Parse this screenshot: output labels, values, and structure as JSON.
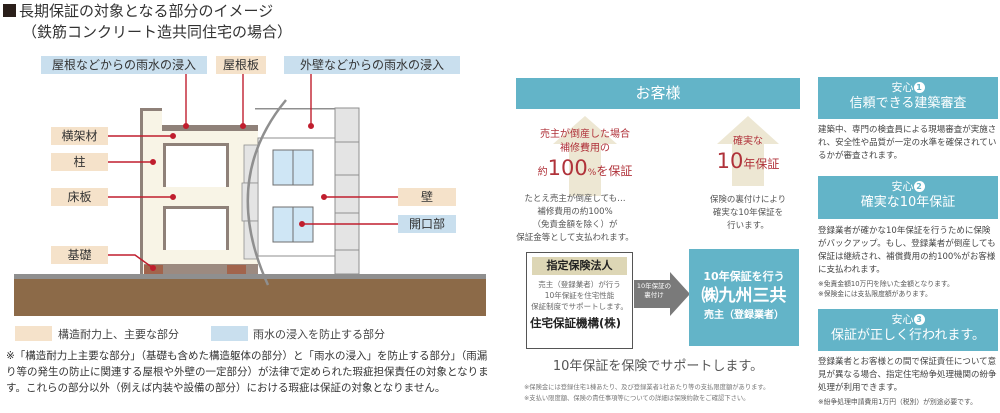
{
  "left": {
    "title": "長期保証の対象となる部分のイメージ",
    "subtitle": "（鉄筋コンクリート造共同住宅の場合）",
    "top_labels": [
      {
        "text": "屋根などからの雨水の浸入",
        "type": "blue"
      },
      {
        "text": "屋根板",
        "type": "beige"
      },
      {
        "text": "外壁などからの雨水の浸入",
        "type": "blue"
      }
    ],
    "left_labels": [
      "横架材",
      "柱",
      "床板",
      "基礎"
    ],
    "right_labels": [
      {
        "text": "壁",
        "type": "beige"
      },
      {
        "text": "開口部",
        "type": "blue"
      }
    ],
    "legend": [
      {
        "text": "構造耐力上、主要な部分",
        "color": "#f5e2ca"
      },
      {
        "text": "雨水の浸入を防止する部分",
        "color": "#c9dfee"
      }
    ],
    "note": "※「構造耐力上主要な部分」（基礎も含めた構造躯体の部分）と「雨水の浸入」を防止する部分」（雨漏り等の発生の防止に関連する屋根や外壁の一定部分）が法律で定められた瑕疵担保責任の対象となります。これらの部分以外（例えば内装や設備の部分）における瑕疵は保証の対象となりません。"
  },
  "center": {
    "customer": "お客様",
    "left_arrow": {
      "line1": "売主が倒産した場合",
      "line2": "補修費用の",
      "line3_pre": "約",
      "line3_num": "100",
      "line3_pct": "%",
      "line3_post": "を保証"
    },
    "left_desc": [
      "たとえ売主が倒産しても…",
      "補修費用の約100%",
      "（免責金額を除く）が",
      "保証金等として支払われます。"
    ],
    "right_arrow": {
      "line1": "確実な",
      "line2_num": "10",
      "line2_post": "年保証"
    },
    "right_desc": [
      "保険の裏付けにより",
      "確実な10年保証を",
      "行います。"
    ],
    "insurer": {
      "header": "指定保険法人",
      "desc": [
        "売主（登録業者）が行う",
        "10年保証を住宅性能",
        "保証制度でサポートします。"
      ],
      "name": "住宅保証機構(株)"
    },
    "arrow_label": [
      "10年保証の",
      "裏付け"
    ],
    "seller": {
      "line1": "10年保証を行う",
      "line2": "㈱九州三共",
      "line3": "売主（登録業者）"
    },
    "caption": "10年保証を保険でサポートします。",
    "notes": [
      "※保険金には登録住宅1棟あたり、及び登録業者1社あたり等の支払限度額があります。",
      "※支払い限度額、保険の責任事項等についての詳細は保険約款をご確認下さい。"
    ]
  },
  "right": {
    "cards": [
      {
        "label": "安心",
        "num": "1",
        "title": "信頼できる建築審査",
        "body": "建築中、専門の検査員による現場審査が実施され、安全性や品質が一定の水準を確保されているかが審査されます。",
        "notes": []
      },
      {
        "label": "安心",
        "num": "2",
        "title": "確実な10年保証",
        "body": "登録業者が確かな10年保証を行うために保険がバックアップ。もし、登録業者が倒産しても保証は継続され、補償費用の約100%がお客様に支払われます。",
        "notes": [
          "※免責金額10万円を除いた金額となります。",
          "※保険金には支払限度額があります。"
        ]
      },
      {
        "label": "安心",
        "num": "3",
        "title": "保証が正しく行われます。",
        "body": "登録業者とお客様との間で保証責任について意見が異なる場合、指定住宅紛争処理機関の紛争処理が利用できます。",
        "notes": [
          "※紛争処理申請費用1万円（税別）が別途必要です。"
        ]
      }
    ]
  },
  "colors": {
    "teal": "#63b4c8",
    "beige_label": "#f5e2ca",
    "blue_label": "#c9dfee",
    "leader_red": "#c01e2e",
    "ground": "#8c6a48",
    "arrow_cream": "#ede7d3",
    "insurer_header": "#ddd6b5"
  }
}
